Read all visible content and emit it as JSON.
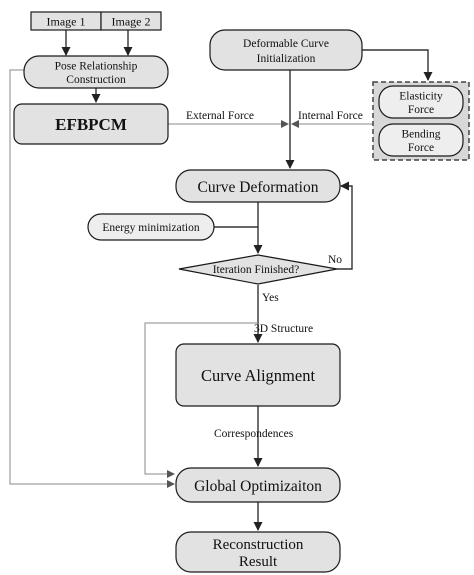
{
  "nodes": {
    "image1": "Image 1",
    "image2": "Image 2",
    "pose_line1": "Pose Relationship",
    "pose_line2": "Construction",
    "efbpcm": "EFBPCM",
    "deform_init_line1": "Deformable Curve",
    "deform_init_line2": "Initialization",
    "elasticity_line1": "Elasticity",
    "elasticity_line2": "Force",
    "bending_line1": "Bending",
    "bending_line2": "Force",
    "curve_deformation": "Curve Deformation",
    "energy_minimization": "Energy minimization",
    "iteration_finished": "Iteration Finished?",
    "curve_alignment": "Curve Alignment",
    "global_optimization": "Global Optimizaiton",
    "reconstruction_line1": "Reconstruction",
    "reconstruction_line2": "Result"
  },
  "edges": {
    "external_force": "External Force",
    "internal_force": "Internal Force",
    "no": "No",
    "yes": "Yes",
    "structure_3d": "3D Structure",
    "correspondences": "Correspondences"
  },
  "colors": {
    "box_fill": "#e2e2e2",
    "light_fill": "#eeeeee",
    "dashed_group_fill": "#d8d8d8"
  }
}
